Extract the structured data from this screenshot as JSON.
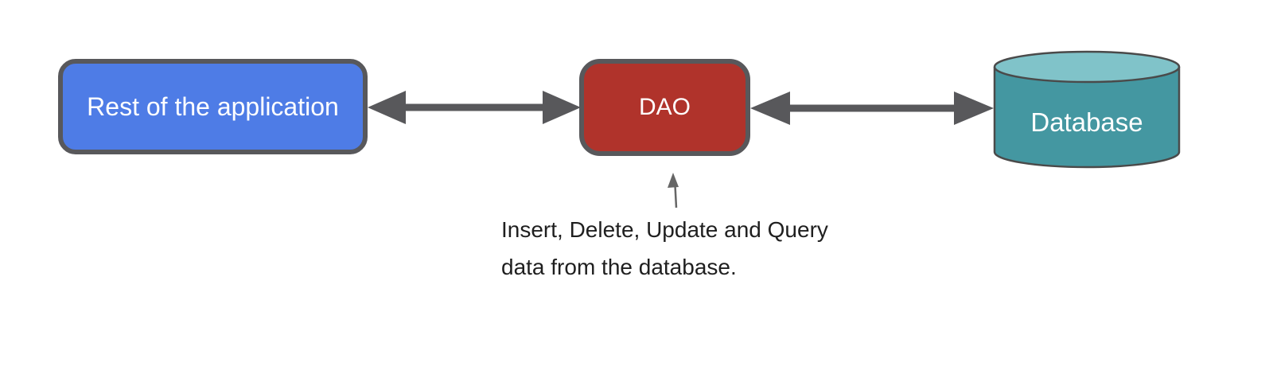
{
  "nodes": {
    "app": {
      "label": "Rest of the application",
      "fill": "#4E7CE6",
      "border_color": "#58585B",
      "text_color": "#FFFFFF"
    },
    "dao": {
      "label": "DAO",
      "fill": "#B0332B",
      "border_color": "#58585B",
      "text_color": "#FFFFFF"
    },
    "database": {
      "label": "Database",
      "body_fill": "#4497A1",
      "top_fill": "#80C3C9",
      "outline_color": "#4A4A4A",
      "text_color": "#FFFFFF"
    }
  },
  "connectors": {
    "color": "#58585B",
    "app_dao": {
      "type": "double-headed-arrow"
    },
    "dao_database": {
      "type": "double-headed-arrow"
    },
    "annotation_pointer": {
      "type": "up-arrow",
      "color": "#666666"
    }
  },
  "annotation": {
    "line1": "Insert, Delete, Update and Query",
    "line2": "data from the database.",
    "color": "#1F1F1F"
  }
}
